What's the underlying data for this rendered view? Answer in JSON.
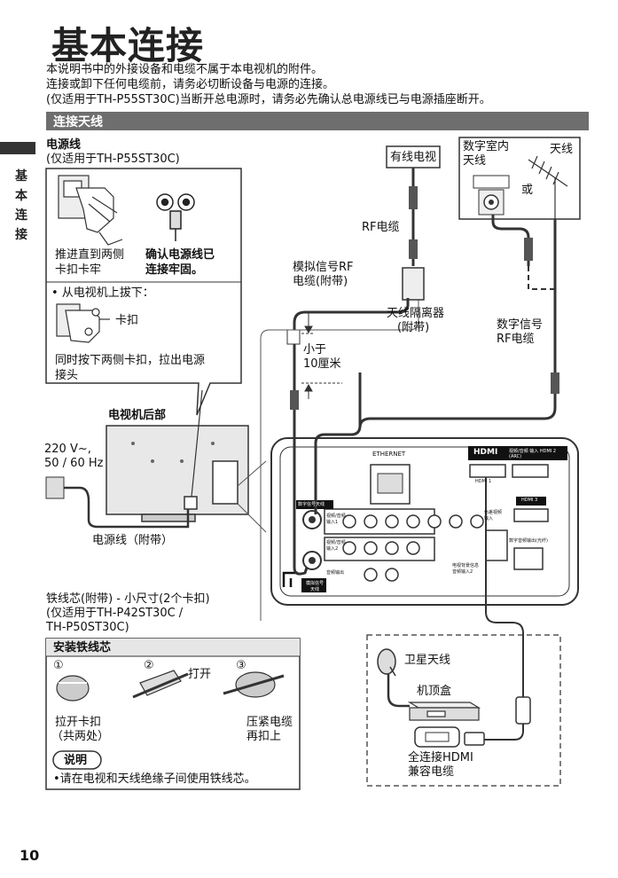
{
  "title": "基本连接",
  "side_tab": [
    "基",
    "本",
    "连",
    "接"
  ],
  "intro": [
    "本说明书中的外接设备和电缆不属于本电视机的附件。",
    "连接或卸下任何电缆前，请务必切断设备与电源的连接。",
    "(仅适用于TH-P55ST30C)当断开总电源时，请务必先确认总电源线已与电源插座断开。"
  ],
  "section_title": "连接天线",
  "power_cord": {
    "heading": "电源线",
    "subtitle": "(仅适用于TH-P55ST30C)",
    "push_label": "推进直到两侧卡扣卡牢",
    "push_label_1": "推进直到两侧",
    "push_label_2": "卡扣卡牢",
    "confirm_1": "确认电源线已",
    "confirm_2": "连接牢固。",
    "unplug_label": "• 从电视机上拔下：",
    "clip_label": "卡扣",
    "press_1": "同时按下两侧卡扣，拉出电源",
    "press_2": "接头"
  },
  "tv_rear_label": "电视机后部",
  "voltage_1": "220 V~,",
  "voltage_2": "50 / 60 Hz",
  "power_cord_supplied": "电源线（附带）",
  "cable_tv": "有线电视",
  "rf_cable": "RF电缆",
  "digital_indoor_1": "数字室内",
  "digital_indoor_2": "天线",
  "antenna": "天线",
  "or": "或",
  "analog_rf_1": "模拟信号RF",
  "analog_rf_2": "电缆(附带)",
  "splitter_1": "天线隔离器",
  "splitter_2": "(附带)",
  "digital_rf_1": "数字信号",
  "digital_rf_2": "RF电缆",
  "less_than_1": "小于",
  "less_than_2": "10厘米",
  "panel": {
    "ethernet": "ETHERNET",
    "hdmi_logo": "HDMI",
    "hdmi1": "HDMI 1",
    "hdmi2": "视频/音频 输入 HDMI 2 (ARC)",
    "hdmi3": "HDMI 3",
    "digital_ant": "数字信号天线",
    "av_in1": "视频/音频 输入1",
    "av_in2": "视频/音频 输入2",
    "audio_out": "音频输出",
    "analog_ant": "模拟信号 天线",
    "component": "色差视频 输入",
    "pc_in": "电视背景信息 音频输入2",
    "digital_audio": "数字音频输出(光纤)"
  },
  "ferrite": {
    "line1": "铁线芯(附带) - 小尺寸(2个卡扣)",
    "line2": "(仅适用于TH-P42ST30C /",
    "line3": "TH-P50ST30C)",
    "install": "安装铁线芯",
    "step1": "①",
    "step2": "②",
    "step3": "③",
    "open": "打开",
    "pull_1": "拉开卡扣",
    "pull_2": "（共两处）",
    "press_1": "压紧电缆",
    "press_2": "再扣上",
    "note_title": "说明",
    "note_text": "•请在电视和天线绝缘子间使用铁线芯。"
  },
  "satellite": "卫星天线",
  "settop": "机顶盒",
  "hdmi_cable_1": "全连接HDMI",
  "hdmi_cable_2": "兼容电缆",
  "page_number": "10"
}
